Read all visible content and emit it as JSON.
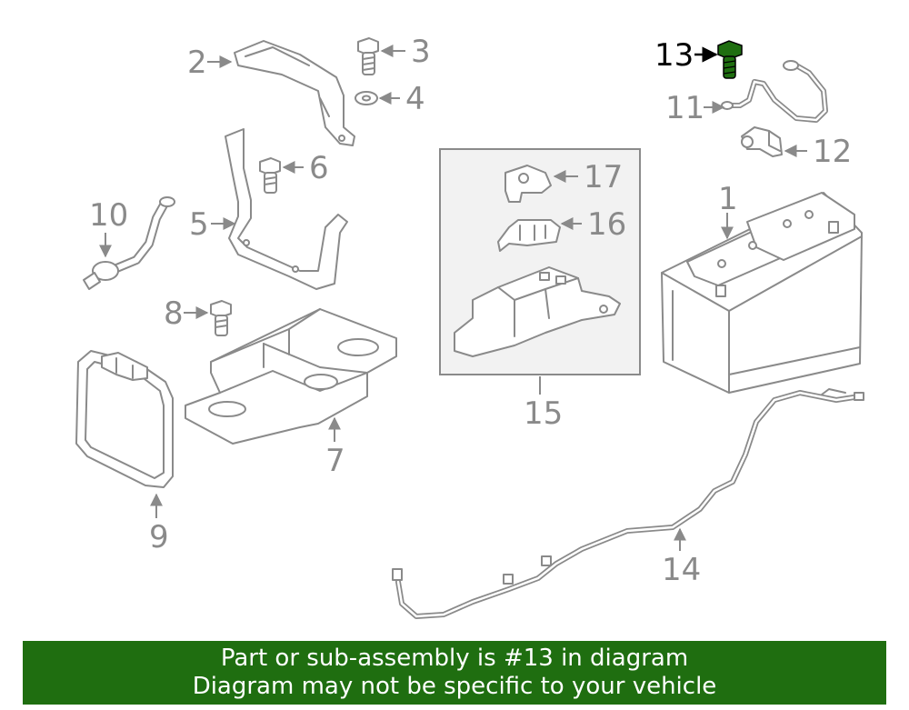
{
  "diagram": {
    "highlighted_part": "13",
    "callouts": [
      "1",
      "2",
      "3",
      "4",
      "5",
      "6",
      "7",
      "8",
      "9",
      "10",
      "11",
      "12",
      "13",
      "14",
      "15",
      "16",
      "17"
    ]
  },
  "colors": {
    "line_art": "#8a8a8a",
    "highlight_part": "#1f6e10",
    "highlight_callout": "#000000",
    "banner_bg": "#1f6e10",
    "banner_text": "#ffffff"
  },
  "banner": {
    "line1": "Part or sub-assembly is #13 in diagram",
    "line2": "Diagram may not be specific to your vehicle"
  }
}
